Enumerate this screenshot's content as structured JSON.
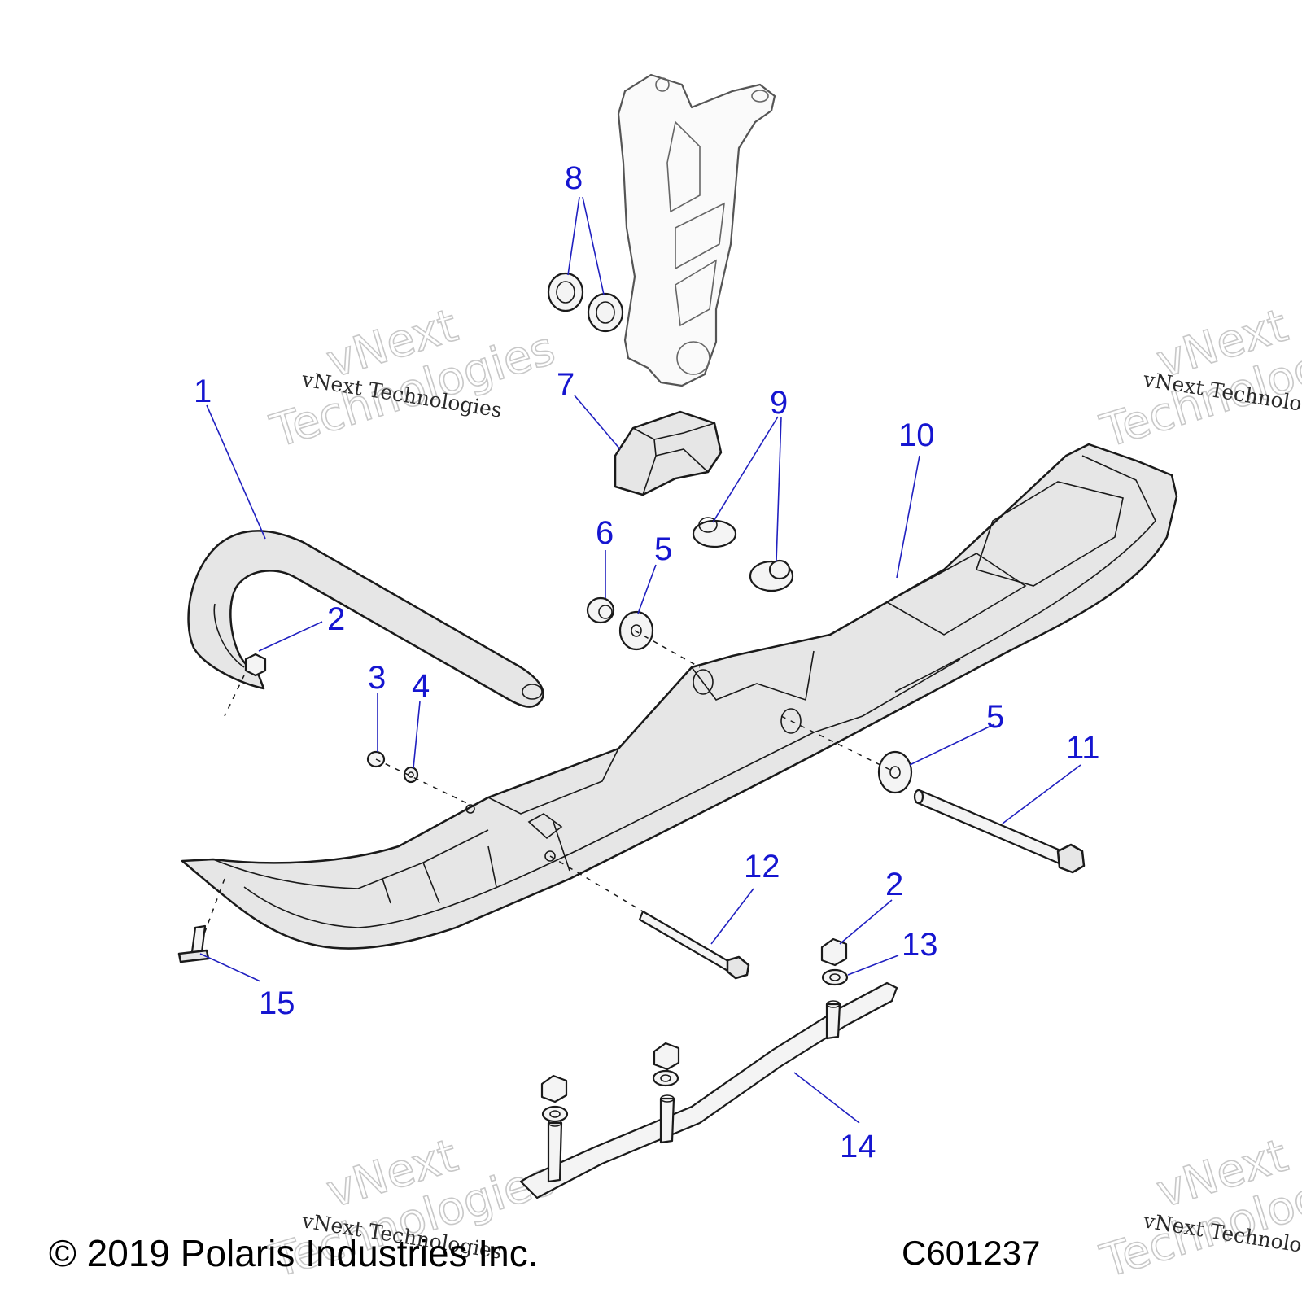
{
  "callouts": [
    {
      "id": "1",
      "label": "1"
    },
    {
      "id": "2a",
      "label": "2"
    },
    {
      "id": "2b",
      "label": "2"
    },
    {
      "id": "3",
      "label": "3"
    },
    {
      "id": "4",
      "label": "4"
    },
    {
      "id": "5a",
      "label": "5"
    },
    {
      "id": "5b",
      "label": "5"
    },
    {
      "id": "6",
      "label": "6"
    },
    {
      "id": "7",
      "label": "7"
    },
    {
      "id": "8",
      "label": "8"
    },
    {
      "id": "9",
      "label": "9"
    },
    {
      "id": "10",
      "label": "10"
    },
    {
      "id": "11",
      "label": "11"
    },
    {
      "id": "12",
      "label": "12"
    },
    {
      "id": "13",
      "label": "13"
    },
    {
      "id": "14",
      "label": "14"
    },
    {
      "id": "15",
      "label": "15"
    }
  ],
  "watermark": {
    "line": "vNext Technologies",
    "word1": "vNext",
    "word2": "Technologies"
  },
  "footer": {
    "copyright": "© 2019 Polaris Industries Inc.",
    "code": "C601237"
  }
}
